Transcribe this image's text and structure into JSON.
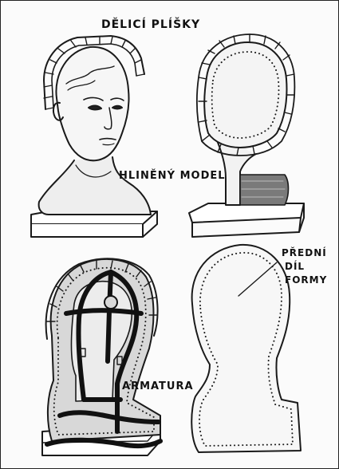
{
  "labels": {
    "dividers": "DĚLICÍ PLÍŠKY",
    "clay_model": "HLINĚNÝ MODEL",
    "front_part_1": "PŘEDNÍ",
    "front_part_2": "DÍL",
    "front_part_3": "FORMY",
    "armature": "ARMATURA"
  }
}
